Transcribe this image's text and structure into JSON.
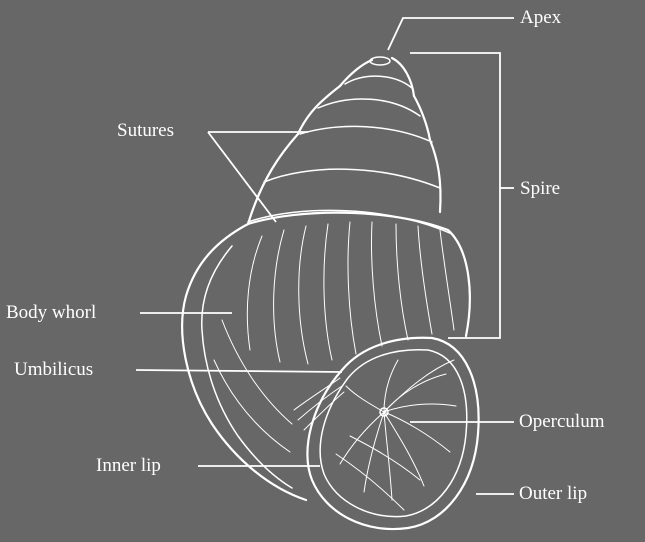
{
  "labels": {
    "apex": "Apex",
    "spire": "Spire",
    "sutures": "Sutures",
    "body_whorl": "Body whorl",
    "umbilicus": "Umbilicus",
    "operculum": "Operculum",
    "inner_lip": "Inner lip",
    "outer_lip": "Outer lip"
  },
  "colors": {
    "background": "#676767",
    "line": "#ffffff"
  }
}
